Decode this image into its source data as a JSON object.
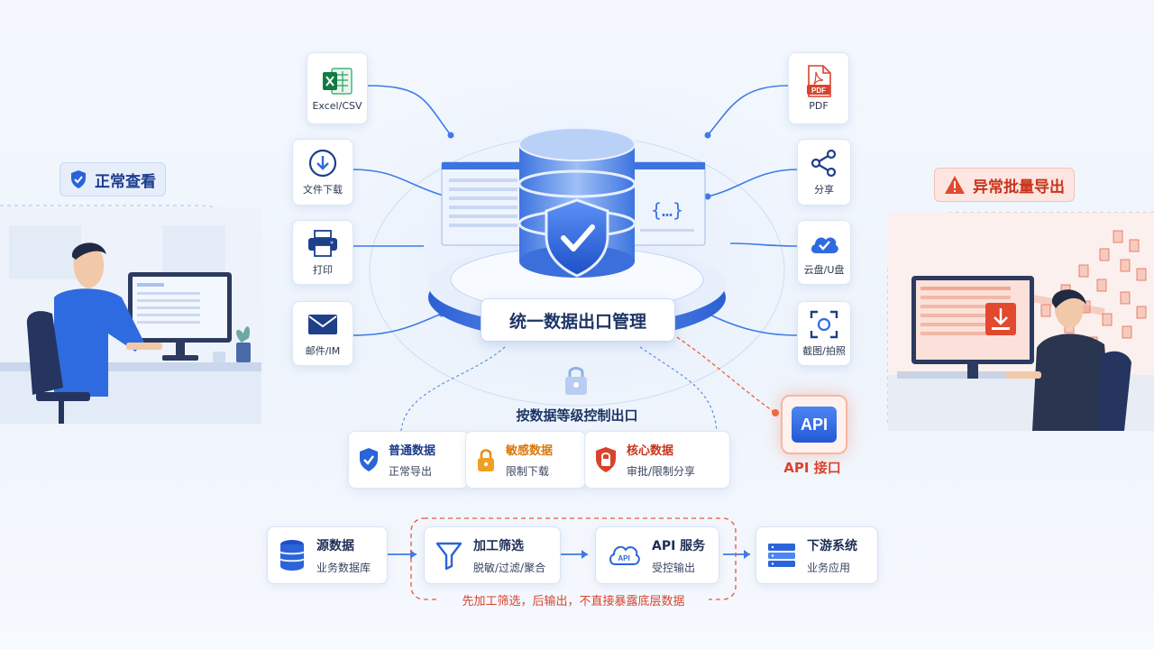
{
  "colors": {
    "accent": "#2f6be0",
    "danger": "#e2492f",
    "warning": "#f0a020",
    "normal": "#2a64d8"
  },
  "left_tag": {
    "label": "正常查看",
    "icon": "shield-check-icon"
  },
  "right_tag": {
    "label": "异常批量导出",
    "icon": "warning-triangle-icon"
  },
  "center": {
    "title": "统一数据出口管理"
  },
  "left_channels": [
    {
      "label": "Excel/CSV",
      "icon": "excel-icon"
    },
    {
      "label": "文件下载",
      "icon": "download-icon"
    },
    {
      "label": "打印",
      "icon": "printer-icon"
    },
    {
      "label": "邮件/IM",
      "icon": "mail-icon"
    }
  ],
  "right_channels": [
    {
      "label": "PDF",
      "icon": "pdf-icon",
      "badge": "PDF"
    },
    {
      "label": "分享",
      "icon": "share-icon"
    },
    {
      "label": "云盘/U盘",
      "icon": "cloud-usb-icon"
    },
    {
      "label": "截图/拍照",
      "icon": "screenshot-icon"
    }
  ],
  "api": {
    "badge": "API",
    "label": "API 接口"
  },
  "levels": {
    "title": "按数据等级控制出口",
    "items": [
      {
        "name": "普通数据",
        "desc": "正常导出",
        "icon": "shield-check-icon",
        "color": "#2a64d8"
      },
      {
        "name": "敏感数据",
        "desc": "限制下载",
        "icon": "lock-icon",
        "color": "#e88a12"
      },
      {
        "name": "核心数据",
        "desc": "审批/限制分享",
        "icon": "shield-lock-icon",
        "color": "#d9432e"
      }
    ]
  },
  "flow": {
    "steps": [
      {
        "name": "源数据",
        "desc": "业务数据库",
        "icon": "database-icon"
      },
      {
        "name": "加工筛选",
        "desc": "脱敏/过滤/聚合",
        "icon": "filter-icon"
      },
      {
        "name": "API 服务",
        "desc": "受控输出",
        "icon": "api-cloud-icon",
        "icon_text": "API"
      },
      {
        "name": "下游系统",
        "desc": "业务应用",
        "icon": "server-icon"
      }
    ],
    "note": "先加工筛选，后输出，不直接暴露底层数据"
  }
}
